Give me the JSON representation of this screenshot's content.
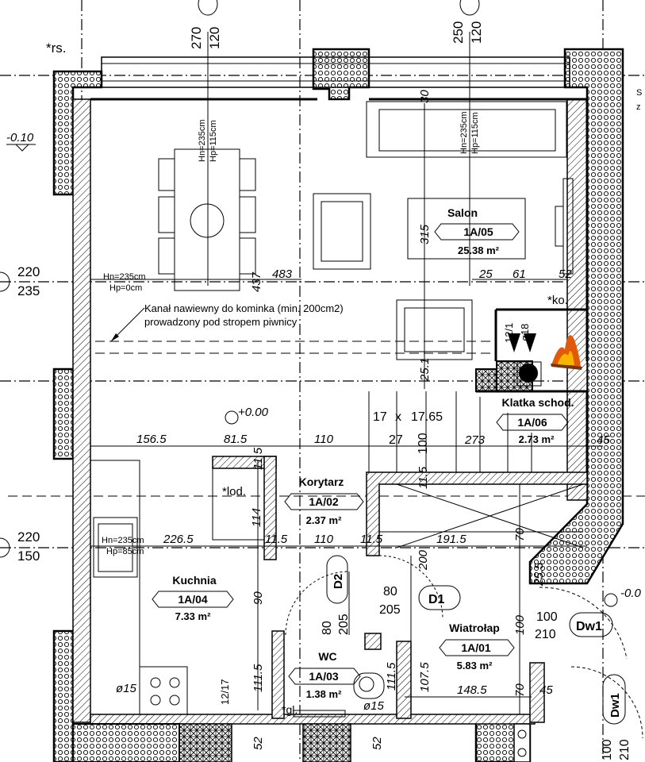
{
  "top_marks": {
    "left_a": "270",
    "left_b": "120",
    "right_a": "250",
    "right_b": "120",
    "rs": "*rs.",
    "right_clip": "S",
    "right_clip2": "z"
  },
  "levels": {
    "minus_010": "-0.10",
    "zero": "+0.00",
    "minus_right": "-0.0"
  },
  "left_axis_marks": {
    "a1": "220",
    "a2": "235",
    "b1": "220",
    "b2": "150"
  },
  "rooms": [
    {
      "key": "salon",
      "name": "Salon",
      "number": "1A/05",
      "area": "25.38 m²"
    },
    {
      "key": "klatka",
      "name": "Klatka schod.",
      "number": "1A/06",
      "area": "2.73 m²"
    },
    {
      "key": "korytarz",
      "name": "Korytarz",
      "number": "1A/02",
      "area": "2.37 m²"
    },
    {
      "key": "kuchnia",
      "name": "Kuchnia",
      "number": "1A/04",
      "area": "7.33 m²"
    },
    {
      "key": "wc",
      "name": "WC",
      "number": "1A/03",
      "area": "1.38 m²"
    },
    {
      "key": "wiatrolap",
      "name": "Wiatrołap",
      "number": "1A/01",
      "area": "5.83 m²"
    }
  ],
  "heights": {
    "dining_hn": "Hn=235cm",
    "dining_hp": "Hp=115cm",
    "salon_hn": "Hn=235cm",
    "salon_hp": "Hp=115cm",
    "left_hn": "Hn=235cm",
    "left_hp": "Hp=0cm",
    "kitchen_hn": "Hn=235cm",
    "kitchen_hp": "Hp=85cm"
  },
  "note": {
    "line1": "Kanał nawiewny do kominka (min. 200cm2)",
    "line2": "prowadzony pod stropem piwnicy"
  },
  "labels": {
    "ko": "*ko.",
    "lod": "*lod.",
    "gl": "*gl.",
    "d1": "D1",
    "d2": "D2",
    "dw1": "Dw1",
    "dw1b": "Dw1"
  },
  "dims": {
    "d483": "483",
    "d437": "437",
    "d315": "315",
    "d30": "30",
    "d25": "25",
    "d61": "61",
    "d52": "52",
    "d12_1": "12/1",
    "d18": "ø18",
    "d25_1": "25.1",
    "d17": "17",
    "dx": "x",
    "d17_65": "17.65",
    "d27": "27",
    "d100a": "100",
    "d273": "273",
    "d45a": "45",
    "d156_5": "156.5",
    "d81_5": "81.5",
    "d110a": "110",
    "d11_5a": "11.5",
    "d114": "114",
    "d11_5b": "11.5",
    "d226_5": "226.5",
    "d11_5c": "11.5",
    "d110b": "110",
    "d11_5d": "11.5",
    "d191_5": "191.5",
    "d70a": "70",
    "d200": "200",
    "d25_5": "25.5",
    "d80a": "80",
    "d205a": "205",
    "d90": "90",
    "d80b": "80",
    "d205b": "205",
    "d100b": "100",
    "d210a": "210",
    "d111_5a": "111.5",
    "d111_5b": "111.5",
    "d107_5": "107.5",
    "d148_5": "148.5",
    "d70b": "70",
    "d45b": "45",
    "d15a": "ø15",
    "d12_17": "12/17",
    "d15b": "ø15",
    "d52a": "52",
    "d52b": "52",
    "d100c": "100",
    "d210b": "210"
  }
}
